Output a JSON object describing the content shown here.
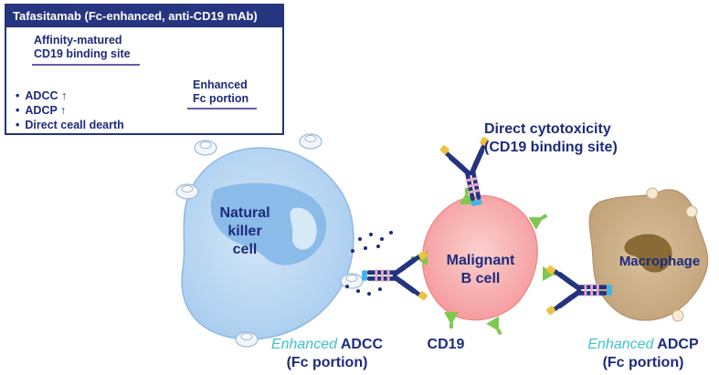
{
  "infobox": {
    "title": "Tafasitamab (Fc-enhanced, anti-CD19 mAb)",
    "binding_site_line1": "Affinity-matured",
    "binding_site_line2": "CD19 binding site",
    "fc_line1": "Enhanced",
    "fc_line2": "Fc portion",
    "bullets": [
      "ADCC ↑",
      "ADCP ↑",
      "Direct ceall dearth"
    ]
  },
  "cells": {
    "nk_line1": "Natural",
    "nk_line2": "killer",
    "nk_line3": "cell",
    "bcell_line1": "Malignant",
    "bcell_line2": "B cell",
    "macrophage": "Macrophage"
  },
  "labels": {
    "direct_line1": "Direct cytotoxicity",
    "direct_line2": "(CD19 binding site)",
    "cd19": "CD19",
    "adcc_enhanced": "Enhanced",
    "adcc": "ADCC",
    "adcc_sub": "(Fc portion)",
    "adcp_enhanced": "Enhanced",
    "adcp": "ADCP",
    "adcp_sub": "(Fc portion)"
  },
  "colors": {
    "navy": "#1d2b7c",
    "nk_cell": "#bcd9f3",
    "nk_nucleus": "#7fb4e6",
    "b_cell": "#f7a8a8",
    "macrophage": "#c9ab83",
    "antibody_heavy": "#24347f",
    "antibody_tip": "#f0c040",
    "cd19_receptor": "#7ec850",
    "enhanced_text": "#3fc2cf"
  }
}
